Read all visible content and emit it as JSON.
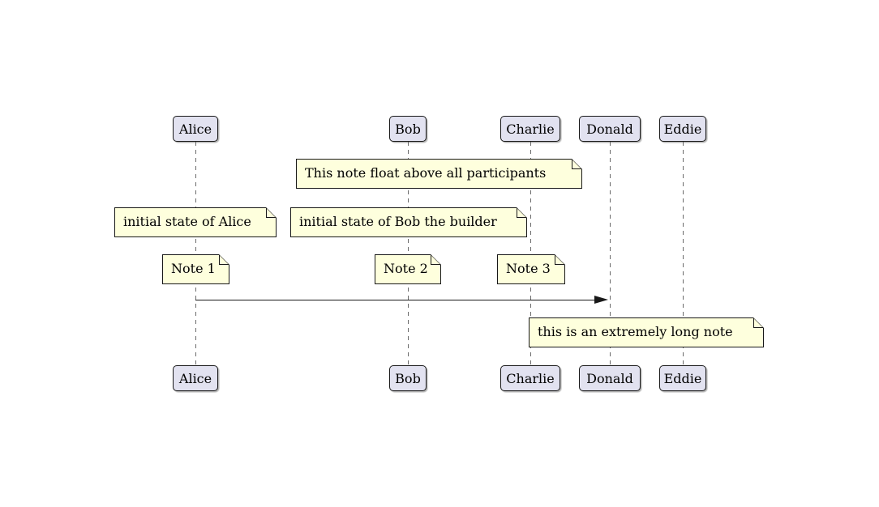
{
  "diagram_type": "sequence-diagram",
  "colors": {
    "background": "#FFFFFF",
    "participant_fill": "#E2E2F0",
    "participant_border": "#181818",
    "note_fill": "#FEFFDD",
    "note_border": "#181818",
    "lifeline": "#6B6B6B",
    "arrow": "#181818"
  },
  "participants": [
    {
      "name": "Alice"
    },
    {
      "name": "Bob"
    },
    {
      "name": "Charlie"
    },
    {
      "name": "Donald"
    },
    {
      "name": "Eddie"
    }
  ],
  "notes": [
    {
      "text": "This note float above all participants",
      "placement": "floating above, spanning from Bob to Charlie"
    },
    {
      "text": "initial state of Alice",
      "placement": "over Alice"
    },
    {
      "text": "initial state of Bob the builder",
      "placement": "over Bob"
    },
    {
      "text": "Note 1",
      "placement": "over Alice"
    },
    {
      "text": "Note 2",
      "placement": "over Bob"
    },
    {
      "text": "Note 3",
      "placement": "over Charlie"
    },
    {
      "text": "this is an extremely long note",
      "placement": "over Donald and Eddie"
    }
  ],
  "messages": [
    {
      "from": "Alice",
      "to": "Donald",
      "label": "",
      "line_style": "solid",
      "head_style": "filled-arrow"
    }
  ]
}
